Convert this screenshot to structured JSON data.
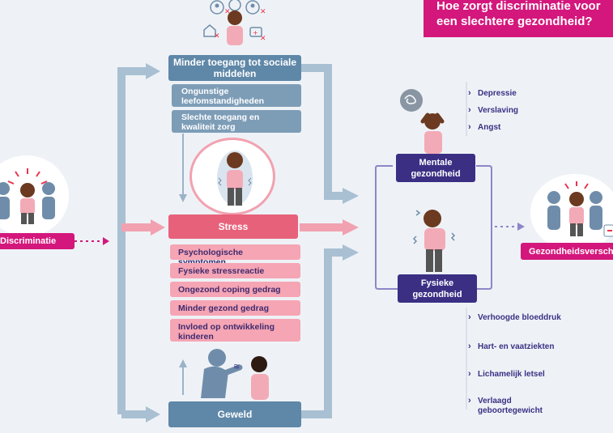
{
  "title": {
    "line1": "Hoe zorgt discriminatie voor",
    "line2": "een slechtere gezondheid?"
  },
  "left": {
    "label": "Discriminatie"
  },
  "resources": {
    "header": "Minder toegang tot sociale middelen",
    "items": [
      "Ongunstige leefomstandigheden",
      "Slechte toegang en kwaliteit zorg"
    ]
  },
  "stress": {
    "header": "Stress",
    "items": [
      "Psychologische symptomen",
      "Fysieke stressreactie",
      "Ongezond coping gedrag",
      "Minder gezond gedrag",
      "Invloed op ontwikkeling kinderen"
    ]
  },
  "violence": {
    "header": "Geweld"
  },
  "mental": {
    "label": "Mentale gezondheid",
    "items": [
      "Depressie",
      "Verslaving",
      "Angst"
    ]
  },
  "physical": {
    "label": "Fysieke gezondheid",
    "items": [
      "Verhoogde bloeddruk",
      "Hart- en vaatziekten",
      "Lichamelijk letsel",
      "Verlaagd geboortegewicht"
    ]
  },
  "right": {
    "label": "Gezondheidsverschillen"
  },
  "colors": {
    "magenta": "#d4177c",
    "steel_blue": "#5f87a8",
    "stress_red": "#e8617a",
    "pink": "#f5a5b4",
    "purple": "#3b2f84",
    "arrow_blue": "#a9c0d3",
    "arrow_pink": "#f2a1b0"
  }
}
